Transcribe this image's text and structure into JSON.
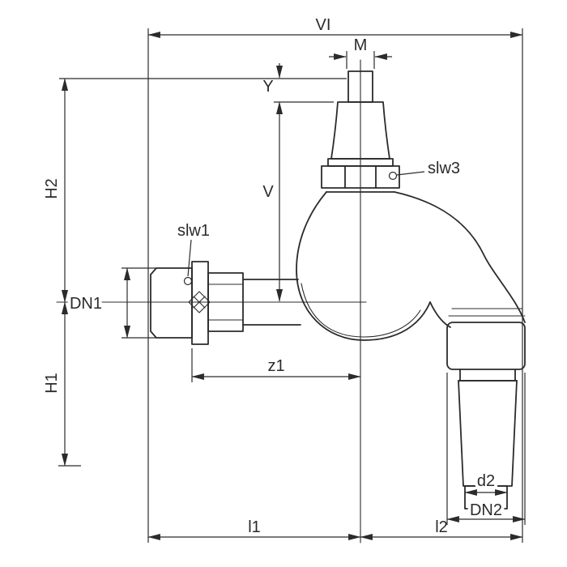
{
  "colors": {
    "ink": "#2b2b2b",
    "background": "#ffffff"
  },
  "labels": {
    "vi": "VI",
    "m": "M",
    "y": "Y",
    "h2": "H2",
    "v": "V",
    "slw3": "slw3",
    "slw1": "slw1",
    "dn1": "DN1",
    "z1": "z1",
    "h1": "H1",
    "d2": "d2",
    "dn2": "DN2",
    "l1": "l1",
    "l2": "l2"
  }
}
